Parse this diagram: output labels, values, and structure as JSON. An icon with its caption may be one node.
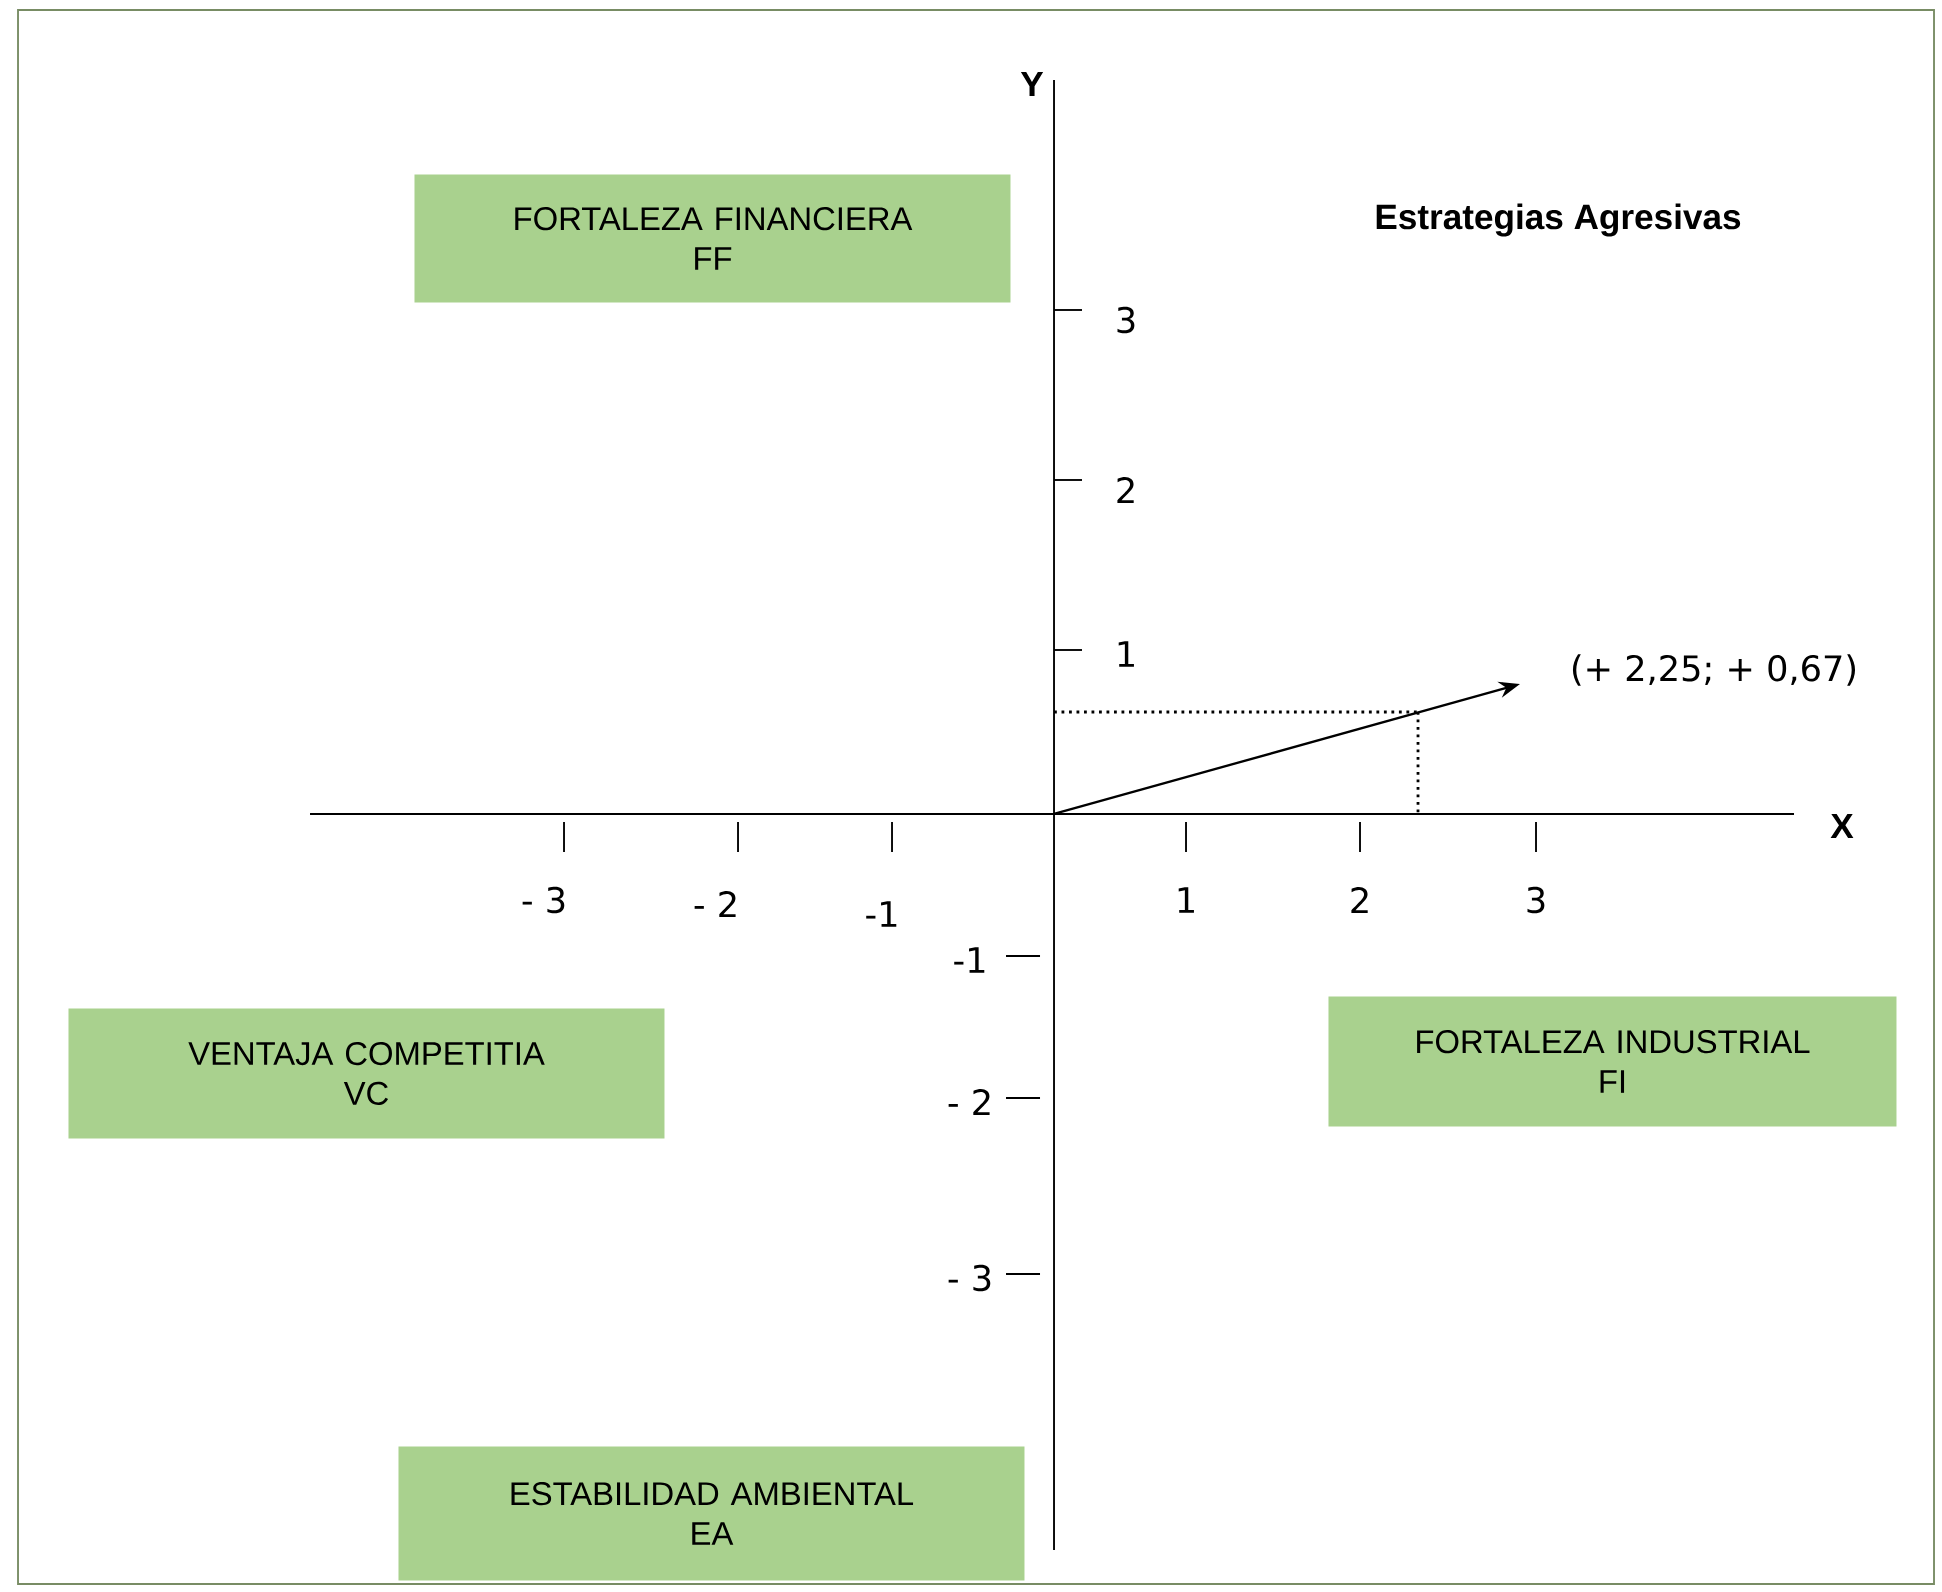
{
  "diagram": {
    "title": "Estrategias Agresivas",
    "nodes": [
      {
        "text": [
          "FORTALEZA FINANCIERA",
          "FF"
        ]
      },
      {
        "text": [
          "VENTAJA COMPETITIA",
          "VC"
        ]
      },
      {
        "text": [
          "FORTALEZA INDUSTRIAL",
          "FI"
        ]
      },
      {
        "text": [
          "ESTABILIDAD AMBIENTAL",
          "EA"
        ]
      }
    ],
    "labels": [
      "Y",
      "3",
      "2",
      "1",
      "(+ 2,25; + 0,67)",
      "X",
      "- 3",
      "- 2",
      "-1",
      "1",
      "2",
      "3",
      "-1",
      "- 2",
      "- 3"
    ]
  }
}
